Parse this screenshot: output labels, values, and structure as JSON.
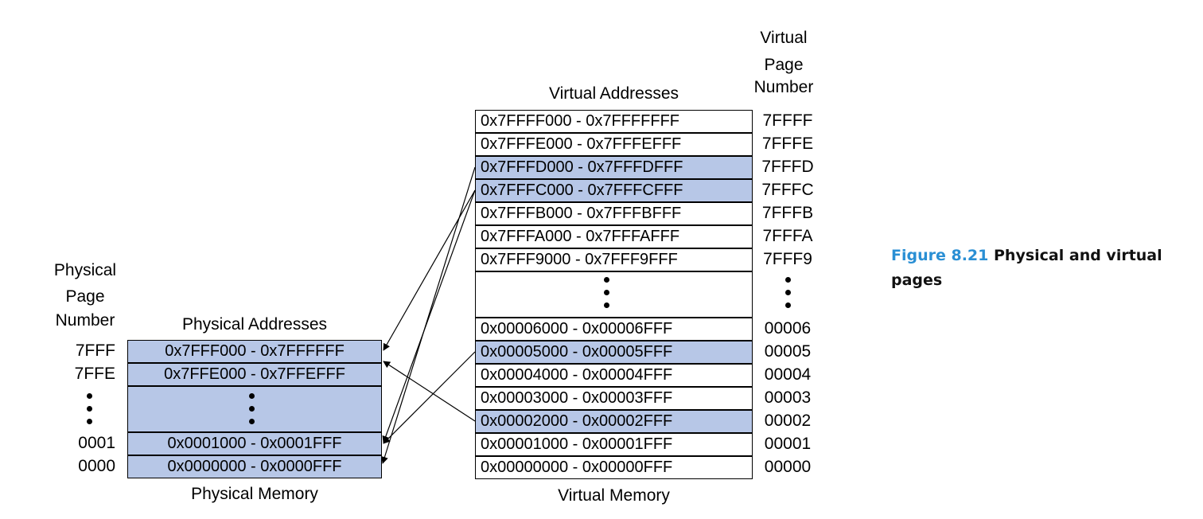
{
  "virtual": {
    "vpn_header": [
      "Virtual",
      "Page",
      "Number"
    ],
    "title": "Virtual Addresses",
    "footer": "Virtual Memory",
    "rows_top": [
      {
        "range": "0x7FFFF000 - 0x7FFFFFFF",
        "vpn": "7FFFF",
        "mapped": false
      },
      {
        "range": "0x7FFFE000 - 0x7FFFEFFF",
        "vpn": "7FFFE",
        "mapped": false
      },
      {
        "range": "0x7FFFD000 - 0x7FFFDFFF",
        "vpn": "7FFFD",
        "mapped": true
      },
      {
        "range": "0x7FFFC000 - 0x7FFFCFFF",
        "vpn": "7FFFC",
        "mapped": true
      },
      {
        "range": "0x7FFFB000 - 0x7FFFBFFF",
        "vpn": "7FFFB",
        "mapped": false
      },
      {
        "range": "0x7FFFA000 - 0x7FFFAFFF",
        "vpn": "7FFFA",
        "mapped": false
      },
      {
        "range": "0x7FFF9000 - 0x7FFF9FFF",
        "vpn": "7FFF9",
        "mapped": false
      }
    ],
    "rows_bottom": [
      {
        "range": "0x00006000 - 0x00006FFF",
        "vpn": "00006",
        "mapped": false
      },
      {
        "range": "0x00005000 - 0x00005FFF",
        "vpn": "00005",
        "mapped": true
      },
      {
        "range": "0x00004000 - 0x00004FFF",
        "vpn": "00004",
        "mapped": false
      },
      {
        "range": "0x00003000 - 0x00003FFF",
        "vpn": "00003",
        "mapped": false
      },
      {
        "range": "0x00002000 - 0x00002FFF",
        "vpn": "00002",
        "mapped": true
      },
      {
        "range": "0x00001000 - 0x00001FFF",
        "vpn": "00001",
        "mapped": false
      },
      {
        "range": "0x00000000 - 0x00000FFF",
        "vpn": "00000",
        "mapped": false
      }
    ]
  },
  "physical": {
    "ppn_header": [
      "Physical",
      "Page",
      "Number"
    ],
    "title": "Physical Addresses",
    "footer": "Physical Memory",
    "rows_top": [
      {
        "range": "0x7FFF000 - 0x7FFFFFF",
        "ppn": "7FFF"
      },
      {
        "range": "0x7FFE000 - 0x7FFEFFF",
        "ppn": "7FFE"
      }
    ],
    "rows_bottom": [
      {
        "range": "0x0001000 - 0x0001FFF",
        "ppn": "0001"
      },
      {
        "range": "0x0000000 - 0x0000FFF",
        "ppn": "0000"
      }
    ]
  },
  "mappings": [
    {
      "from_vpn": "7FFFD",
      "to_ppn": "0000"
    },
    {
      "from_vpn": "7FFFC",
      "to_ppn": "7FFF"
    },
    {
      "from_vpn": "7FFFC",
      "to_ppn": "0001"
    },
    {
      "from_vpn": "00005",
      "to_ppn": "0001"
    },
    {
      "from_vpn": "00002",
      "to_ppn": "7FFE"
    }
  ],
  "caption": {
    "number": "Figure 8.21",
    "text": "Physical and virtual pages"
  },
  "colors": {
    "mapped_fill": "#b7c7e7",
    "caption_number": "#2a8fd4"
  }
}
